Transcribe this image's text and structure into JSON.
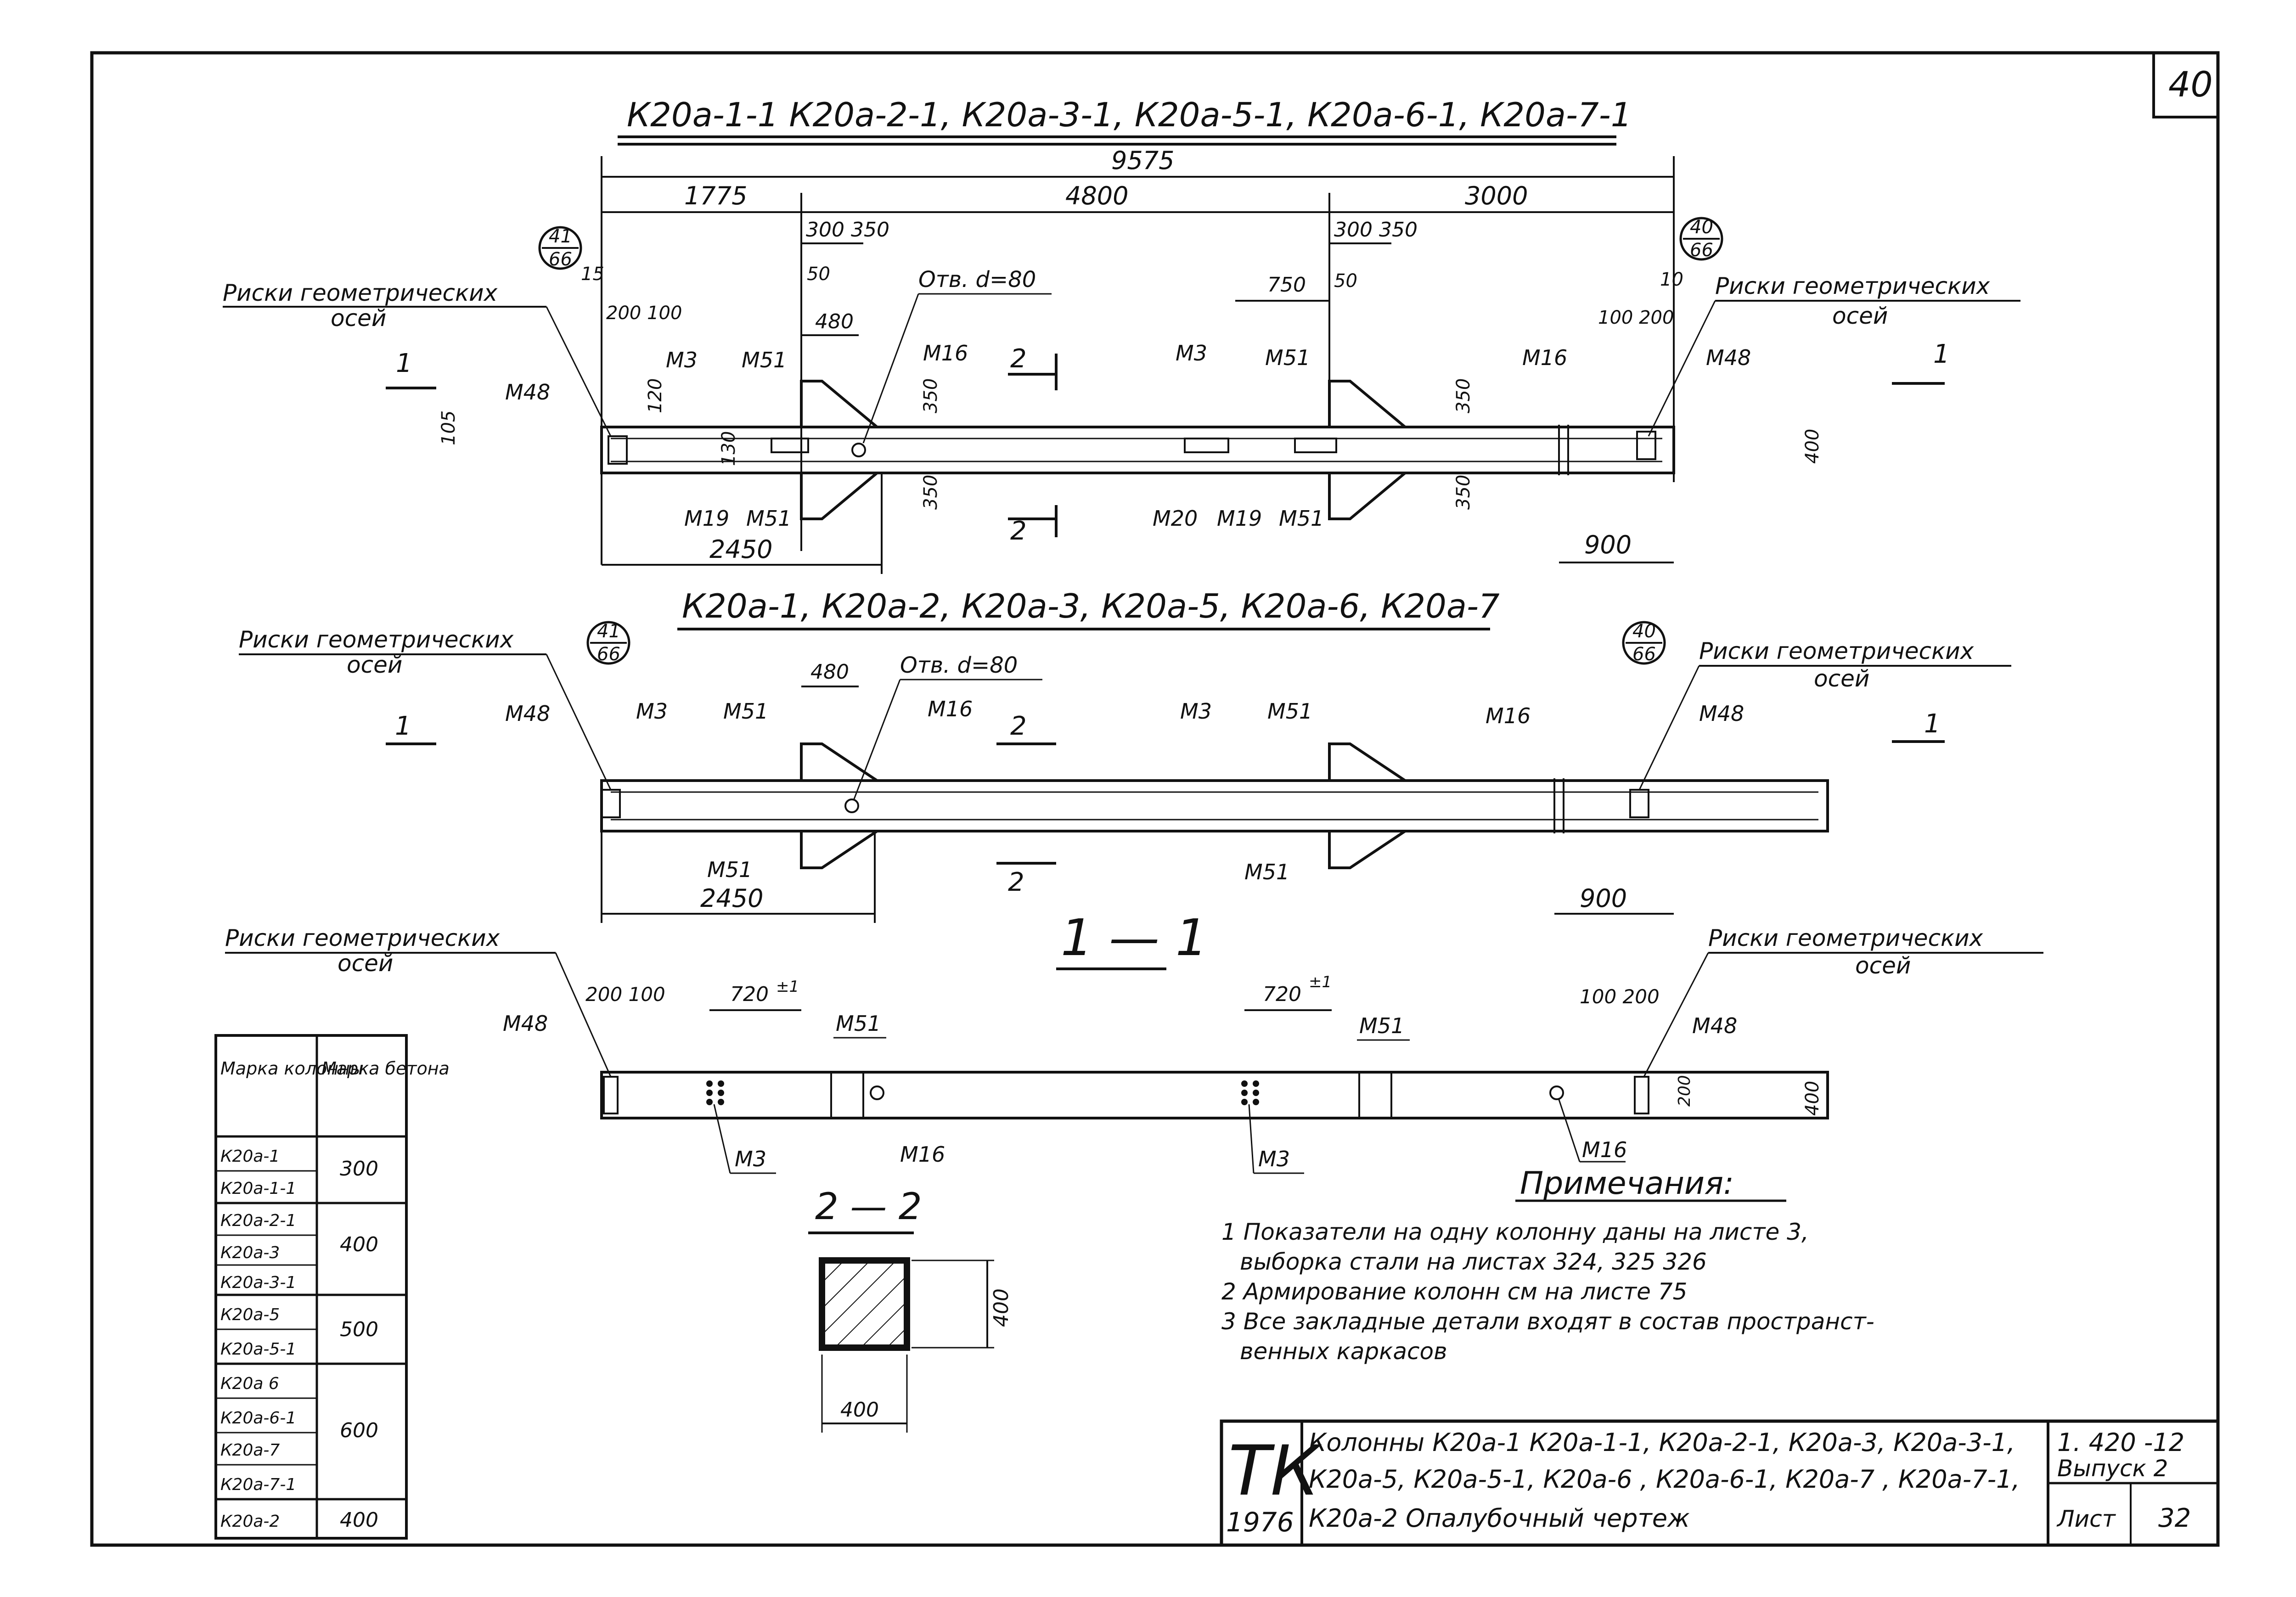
{
  "sheet": {
    "page_number": "40",
    "corner_text": "ТК",
    "year": "1976",
    "document_code": "1. 420 -12",
    "issue": "Выпуск 2",
    "sheet_label": "Лист",
    "sheet_number": "32",
    "title_lines": [
      "Колонны К20а-1  К20а-1-1, К20а-2-1, К20а-3, К20а-3-1,",
      "К20а-5,  К20а-5-1, К20а-6 , К20а-6-1, К20а-7 , К20а-7-1,",
      "К20а-2  Опалубочный  чертеж"
    ]
  },
  "view_top": {
    "title": "К20а-1-1  К20а-2-1, К20а-3-1, К20а-5-1, К20а-6-1, К20а-7-1",
    "dims": {
      "total": "9575",
      "d1775": "1775",
      "d4800": "4800",
      "d3000": "3000",
      "d2450": "2450",
      "d900": "900",
      "d300_350_a": "300 350",
      "d300_350_b": "300 350",
      "d750": "750",
      "d480": "480",
      "d200_100": "200 100",
      "d100_200": "100 200",
      "d15": "15",
      "d10": "10",
      "d50": "50"
    },
    "markers": {
      "left": {
        "top": "41",
        "bottom": "66"
      },
      "right": {
        "top": "40",
        "bottom": "66"
      }
    },
    "axis_note": "Риски геометрических",
    "axis_note2": "осей",
    "hole": "Отв. d=80",
    "labels": {
      "m48": "М48",
      "m3": "М3",
      "m51": "М51",
      "m16": "М16",
      "m19": "М19",
      "m20": "М20"
    },
    "section_1": "1",
    "section_2": "2",
    "small_dims": {
      "d105": "105",
      "d50": "50",
      "d120": "120",
      "d130": "130",
      "d350": "350",
      "d400": "400"
    }
  },
  "view_mid": {
    "title": "К20а-1, К20а-2,  К20а-3, К20а-5, К20а-6, К20а-7",
    "dims": {
      "d480": "480",
      "d2450": "2450",
      "d900": "900"
    },
    "markers": {
      "left": {
        "top": "41",
        "bottom": "66"
      },
      "right": {
        "top": "40",
        "bottom": "66"
      }
    },
    "axis_note": "Риски геометрических",
    "axis_note2": "осей",
    "hole": "Отв. d=80",
    "labels": {
      "m48": "М48",
      "m3": "М3",
      "m51": "М51",
      "m16": "М16"
    }
  },
  "view_bottom": {
    "title": "1 — 1",
    "axis_note": "Риски геометрических",
    "axis_note2": "осей",
    "dims": {
      "d200_100": "200 100",
      "d100_200": "100 200",
      "d720a": "720",
      "d720b": "720",
      "tol": "±1",
      "d400": "400",
      "d200": "200"
    },
    "labels": {
      "m48": "М48",
      "m3": "М3",
      "m51": "М51",
      "m16": "М16"
    }
  },
  "section_22": {
    "title": "2 — 2",
    "width": "400",
    "height": "400"
  },
  "table": {
    "headers": [
      "Марка колонны",
      "Марка бетона"
    ],
    "groups": [
      {
        "marks": [
          "К20а-1",
          "К20а-1-1"
        ],
        "concrete": "300"
      },
      {
        "marks": [
          "К20а-2-1",
          "К20а-3",
          "К20а-3-1"
        ],
        "concrete": "400"
      },
      {
        "marks": [
          "К20а-5",
          "К20а-5-1"
        ],
        "concrete": "500"
      },
      {
        "marks": [
          "К20а 6",
          "К20а-6-1",
          "К20а-7",
          "К20а-7-1"
        ],
        "concrete": "600"
      },
      {
        "marks": [
          "К20а-2"
        ],
        "concrete": "400"
      }
    ]
  },
  "notes": {
    "title": "Примечания:",
    "lines": [
      "1  Показатели на одну колонну даны на листе 3,",
      "выборка стали на листах 324, 325 326",
      "2  Армирование колонн см на листе 75",
      "3  Все закладные детали входят в состав пространст-",
      "венных каркасов"
    ]
  }
}
